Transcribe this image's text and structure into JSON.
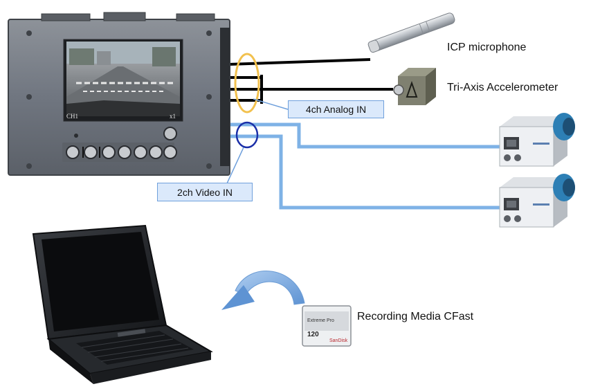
{
  "recorder": {
    "screen_channel_left": "CH1",
    "screen_channel_right": "x1"
  },
  "labels": {
    "microphone": "ICP microphone",
    "accelerometer": "Tri-Axis Accelerometer",
    "recording_media": "Recording Media CFast"
  },
  "callouts": {
    "analog_in": "4ch Analog IN",
    "video_in": "2ch Video IN"
  },
  "cfast_card": {
    "brand_line": "Extreme Pro",
    "capacity": "120",
    "maker": "SanDisk"
  },
  "colors": {
    "cable_black": "#000000",
    "cable_video": "#8ab8e8",
    "analog_ring": "#f2c14e",
    "video_ring": "#1b2fa8",
    "callout_fill": "#dbe9fb",
    "arrow": "#6e9fd6"
  }
}
